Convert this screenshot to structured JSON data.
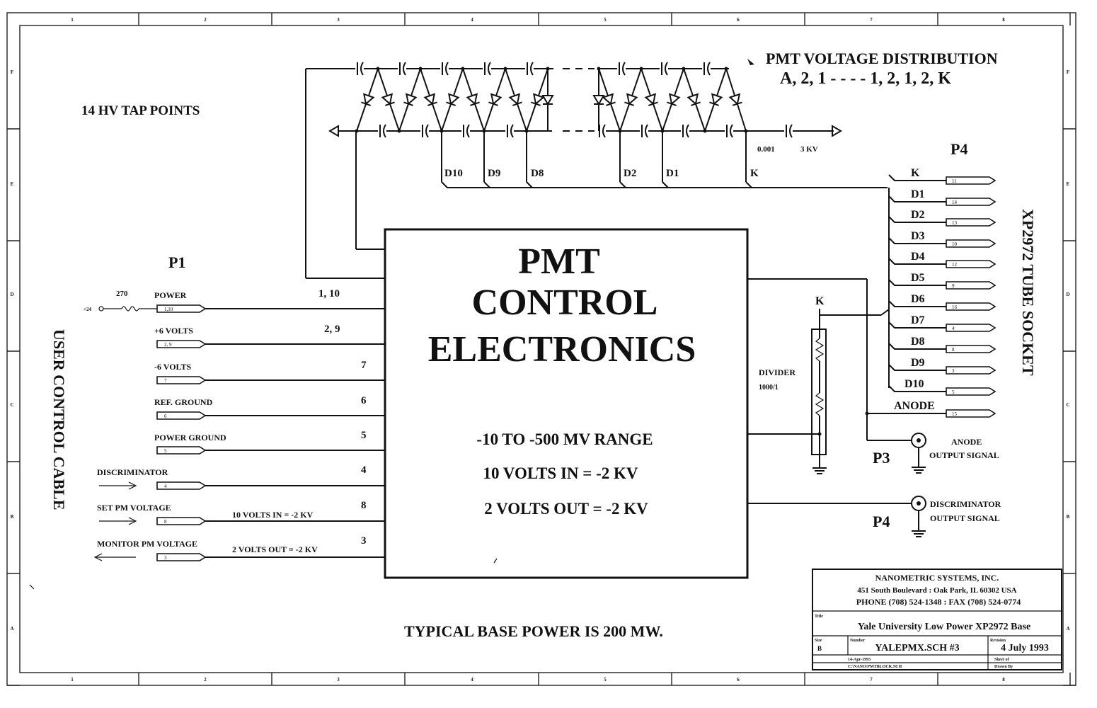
{
  "frame": {
    "col_markers": [
      "1",
      "2",
      "3",
      "4",
      "5",
      "6",
      "7",
      "8"
    ],
    "row_markers": [
      "F",
      "E",
      "D",
      "C",
      "B",
      "A"
    ]
  },
  "title": {
    "heading": "PMT VOLTAGE DISTRIBUTION",
    "sequence": "A, 2, 1 - - - - 1, 2, 1, 2, K"
  },
  "hv_tap_label": "14 HV TAP POINTS",
  "ladder": {
    "cap_value": "0.001",
    "cap_voltage": "3 KV",
    "taps": [
      "D10",
      "D9",
      "D8",
      "D2",
      "D1",
      "K"
    ]
  },
  "main_block": {
    "line1": "PMT",
    "line2": "CONTROL",
    "line3": "ELECTRONICS",
    "spec1": "-10 TO -500 MV RANGE",
    "spec2": "10 VOLTS IN = -2 KV",
    "spec3": "2 VOLTS OUT = -2 KV"
  },
  "p1": {
    "label": "P1",
    "cable_label": "USER CONTROL CABLE",
    "resistor_value": "270",
    "supply_label": "+24",
    "signals": [
      {
        "name": "POWER",
        "pins": "1, 10",
        "pin_tag": "1,10"
      },
      {
        "name": "+6 VOLTS",
        "pins": "2, 9",
        "pin_tag": "2, 9"
      },
      {
        "name": "-6 VOLTS",
        "pins": "7",
        "pin_tag": "7"
      },
      {
        "name": "REF. GROUND",
        "pins": "6",
        "pin_tag": "6"
      },
      {
        "name": "POWER GROUND",
        "pins": "5",
        "pin_tag": "5"
      },
      {
        "name": "DISCRIMINATOR",
        "pins": "4",
        "pin_tag": "4"
      },
      {
        "name": "SET PM VOLTAGE",
        "pins": "8",
        "pin_tag": "8"
      },
      {
        "name": "MONITOR PM VOLTAGE",
        "pins": "3",
        "pin_tag": "3"
      }
    ],
    "set_note": "10 VOLTS IN = -2 KV",
    "monitor_note": "2 VOLTS OUT = -2 KV"
  },
  "divider": {
    "label": "DIVIDER",
    "ratio": "1000/1",
    "node": "K"
  },
  "p4_socket": {
    "label": "P4",
    "socket_title": "XP2972 TUBE SOCKET",
    "pins": [
      "K",
      "D1",
      "D2",
      "D3",
      "D4",
      "D5",
      "D6",
      "D7",
      "D8",
      "D9",
      "D10",
      "ANODE"
    ],
    "pin_tags": [
      "11",
      "14",
      "13",
      "10",
      "12",
      "9",
      "16",
      "4",
      "8",
      "3",
      "5",
      "15"
    ]
  },
  "outputs": {
    "p3_label": "P3",
    "anode_out": [
      "ANODE",
      "OUTPUT SIGNAL"
    ],
    "p4_label": "P4",
    "disc_out": [
      "DISCRIMINATOR",
      "OUTPUT SIGNAL"
    ]
  },
  "footer_note": "TYPICAL BASE POWER IS 200 MW.",
  "title_block": {
    "company": "NANOMETRIC SYSTEMS, INC.",
    "address": "451 South Boulevard  :  Oak Park, IL  60302  USA",
    "phone": "PHONE (708) 524-1348  :  FAX (708) 524-0774",
    "title_tag": "Title",
    "title": "Yale University Low Power XP2972 Base",
    "size_tag": "Size",
    "size": "B",
    "number_tag": "Number",
    "number": "YALEPMX.SCH   #3",
    "revision_tag": "Revision",
    "revision": "4  July 1993",
    "date_row": "14-Apr-1993",
    "file_row": "C:\\NANO\\PMTBLOCK.SCH",
    "sheet_tag": "Sheet of",
    "drawn_tag": "Drawn By"
  }
}
